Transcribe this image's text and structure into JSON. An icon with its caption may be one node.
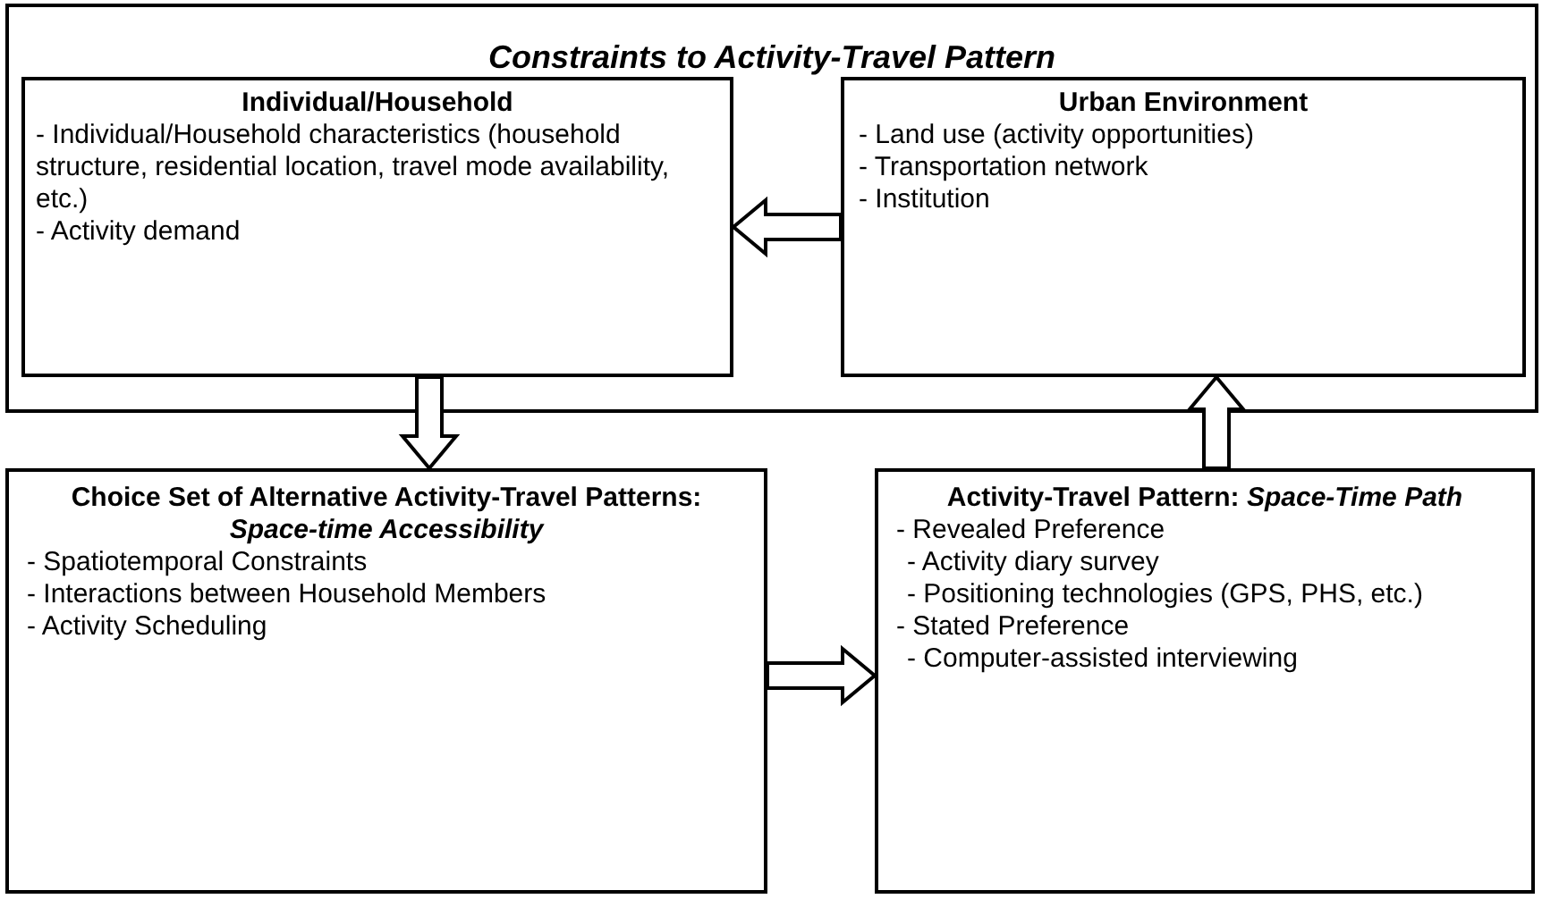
{
  "diagram": {
    "nodes": [
      {
        "text": [
          "Constraints to Activity-Travel Pattern"
        ]
      },
      {
        "text": [
          "Individual/Household",
          "- Individual/Household characteristics (household structure, residential location, travel mode availability, etc.)",
          "- Activity demand"
        ],
        "in": 0
      },
      {
        "text": [
          "Urban Environment",
          "- Land use (activity opportunities)",
          "- Transportation network",
          "- Institution"
        ],
        "in": 0
      },
      {
        "text": [
          "Choice Set of Alternative Activity-Travel Patterns: *Space-time Accessibility*",
          "- Spatiotemporal Constraints",
          "- Interactions between Household Members",
          "- Activity Scheduling"
        ]
      },
      {
        "text": [
          "Activity-Travel Pattern: *Space-Time Path*",
          "- Revealed Preference",
          "- Activity diary survey",
          "- Positioning technologies (GPS, PHS, etc.)",
          "- Stated Preference",
          "- Computer-assisted interviewing"
        ]
      }
    ],
    "edges": [
      {
        "from": 2,
        "to": 1,
        "arrow": "to"
      },
      {
        "from": 1,
        "to": 3,
        "arrow": "to"
      },
      {
        "from": 3,
        "to": 4,
        "arrow": "to"
      },
      {
        "from": 4,
        "to": 2,
        "arrow": "to"
      }
    ]
  }
}
